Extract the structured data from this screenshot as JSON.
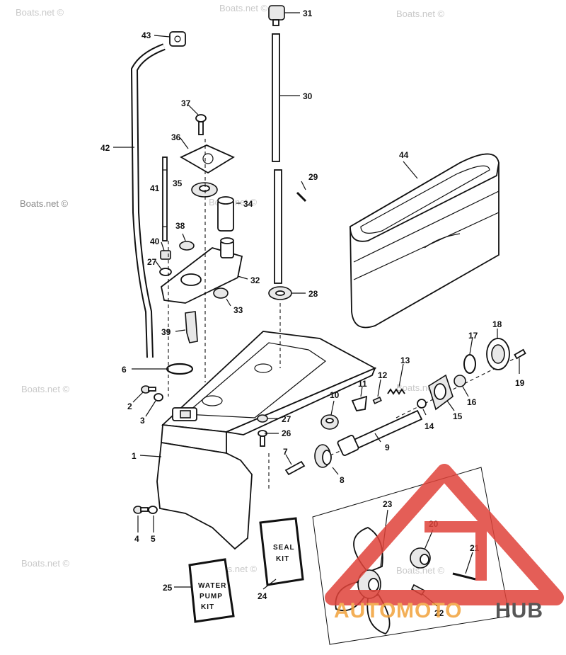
{
  "diagram": {
    "watermark_text": "Boats.net ©",
    "part_numbers": [
      "1",
      "2",
      "3",
      "4",
      "5",
      "6",
      "7",
      "8",
      "9",
      "10",
      "11",
      "12",
      "13",
      "14",
      "15",
      "16",
      "17",
      "18",
      "19",
      "20",
      "21",
      "22",
      "23",
      "24",
      "25",
      "26",
      "27",
      "27",
      "28",
      "29",
      "30",
      "31",
      "32",
      "33",
      "34",
      "35",
      "36",
      "37",
      "38",
      "39",
      "40",
      "41",
      "42",
      "43",
      "44"
    ],
    "kits": {
      "seal_kit": [
        "SEAL",
        "KIT"
      ],
      "water_pump_kit": [
        "WATER",
        "PUMP",
        "KIT"
      ]
    }
  },
  "brand": {
    "logo_text_auto": "AUTO",
    "logo_text_moto": "MOTO",
    "logo_text_hub": "HUB",
    "colors": {
      "red": "#e0433a",
      "orange": "#f2a23a",
      "dark": "#3a3a3a"
    }
  }
}
